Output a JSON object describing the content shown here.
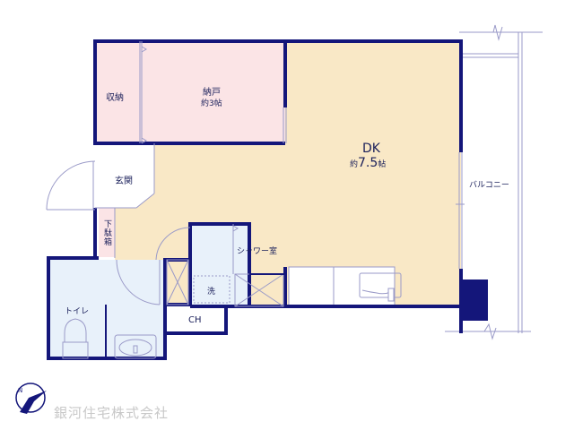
{
  "floorplan": {
    "rooms": [
      {
        "id": "storage",
        "name": "収納"
      },
      {
        "id": "closet",
        "name": "納戸",
        "size": "約3帖"
      },
      {
        "id": "dk",
        "name": "DK",
        "size_prefix": "約",
        "size_value": "7.5",
        "size_unit": "帖"
      },
      {
        "id": "entrance",
        "name": "玄関"
      },
      {
        "id": "shoe-box",
        "name": "下駄箱"
      },
      {
        "id": "shower",
        "name": "シャワー室"
      },
      {
        "id": "washer",
        "name": "洗"
      },
      {
        "id": "toilet",
        "name": "トイレ"
      },
      {
        "id": "closet-ch",
        "name": "CH"
      },
      {
        "id": "balcony",
        "name": "バルコニー"
      }
    ],
    "colors": {
      "wall": "#14167a",
      "closet_fill": "#fbe4e6",
      "dk_fill": "#f9e8c6",
      "wet_fill": "#e8f1fa",
      "thin_line": "#9a9ac8"
    }
  },
  "footer": {
    "company": "銀河住宅株式会社",
    "logo": "compass-crane-logo"
  }
}
